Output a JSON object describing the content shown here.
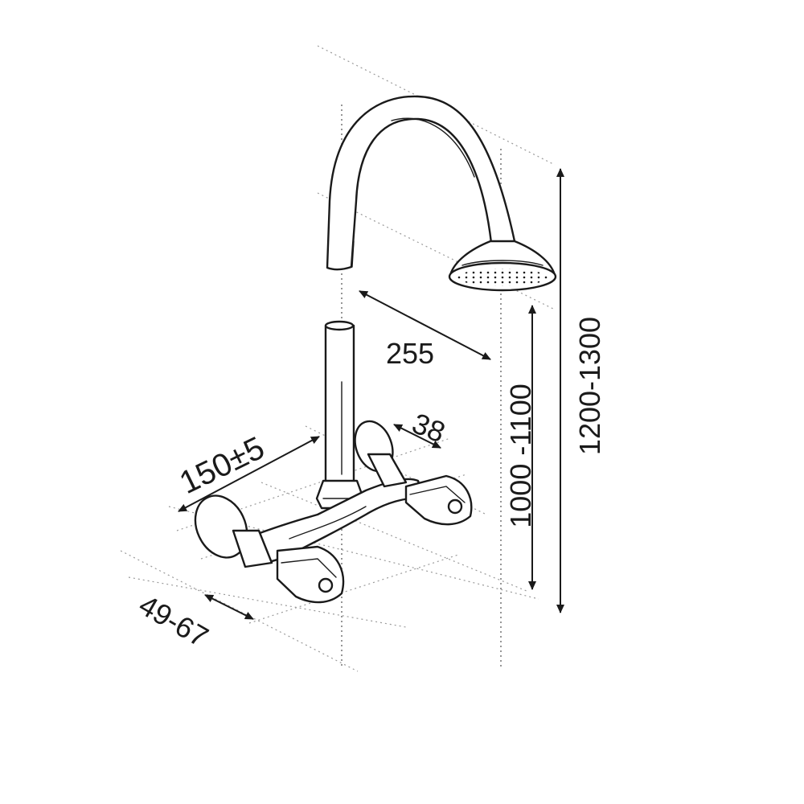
{
  "diagram": {
    "dimensions": {
      "spout_reach": "255",
      "handle_width": "38",
      "inlet_spacing": "150±5",
      "wall_offset": "49-67",
      "height_spout": "1000 -1100",
      "height_total": "1200-1300"
    },
    "colors": {
      "stroke": "#1a1a1a",
      "guide": "#9a9a9a",
      "background": "#ffffff"
    }
  }
}
